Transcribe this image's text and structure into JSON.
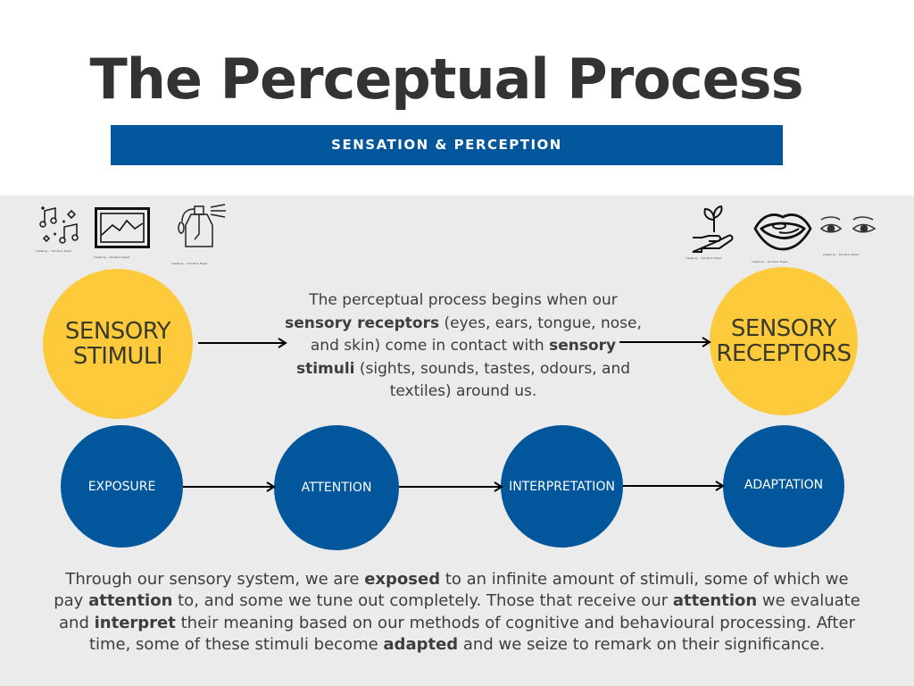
{
  "header": {
    "title": "The Perceptual Process",
    "banner": "SENSATION & PERCEPTION"
  },
  "colors": {
    "banner_blue": "#02579c",
    "circle_yellow": "#fdca3b",
    "circle_blue": "#02579c",
    "panel_gray": "#ebebeb",
    "title_text": "#333333"
  },
  "icons_left": [
    {
      "name": "music-notes-icon",
      "attribution": "Created by ... from Noun Project"
    },
    {
      "name": "picture-frame-icon",
      "attribution": "Created by ... from Noun Project"
    },
    {
      "name": "perfume-bottle-icon",
      "attribution": "Created by ... from Noun Project"
    }
  ],
  "icons_right": [
    {
      "name": "hand-plant-icon",
      "attribution": "Created by ... from Noun Project"
    },
    {
      "name": "mouth-tongue-icon",
      "attribution": "Created by ... from Noun Project"
    },
    {
      "name": "eyes-icon",
      "attribution": "Created by ... from Noun Project"
    }
  ],
  "top_row": {
    "left_circle": {
      "line1": "SENSORY",
      "line2": "STIMULI"
    },
    "right_circle": {
      "line1": "SENSORY",
      "line2": "RECEPTORS"
    },
    "intro": {
      "p1": "The perceptual process begins when our ",
      "b1": "sensory receptors",
      "p2": " (eyes, ears, tongue, nose, and skin) come in contact with ",
      "b2": "sensory stimuli",
      "p3": " (sights, sounds, tastes, odours, and textiles) around us."
    }
  },
  "process_steps": [
    {
      "label": "EXPOSURE"
    },
    {
      "label": "ATTENTION"
    },
    {
      "label": "INTERPRETATION"
    },
    {
      "label": "ADAPTATION"
    }
  ],
  "summary": {
    "t1": "Through our sensory system, we are ",
    "b1": "exposed",
    "t2": " to an infinite amount of stimuli, some of which we pay ",
    "b2": "attention",
    "t3": " to, and some we tune out completely. Those that receive our ",
    "b3": "attention",
    "t4": " we evaluate and ",
    "b4": "interpret",
    "t5": " their meaning based on our methods of cognitive and behavioural processing. After time, some of these stimuli become ",
    "b5": "adapted",
    "t6": " and we seize to remark on their significance."
  }
}
